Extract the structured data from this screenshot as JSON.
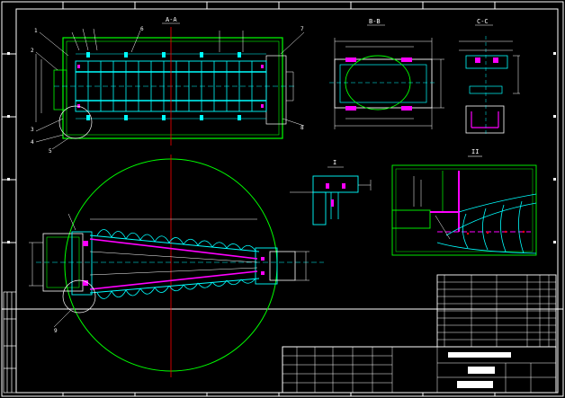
{
  "drawing": {
    "colors": {
      "background": "#000000",
      "frame": "#ffffff",
      "outline": "#00ff00",
      "detail": "#00ffff",
      "highlight": "#ff00ff",
      "centerline": "#ff0000",
      "dimension": "#ffffff"
    },
    "views": {
      "section_aa": "A-A",
      "section_bb": "B-B",
      "section_cc": "C-C",
      "detail_i": "I",
      "detail_ii": "II"
    },
    "callouts": [
      "1",
      "2",
      "3",
      "4",
      "5",
      "6",
      "7",
      "8",
      "9"
    ]
  }
}
